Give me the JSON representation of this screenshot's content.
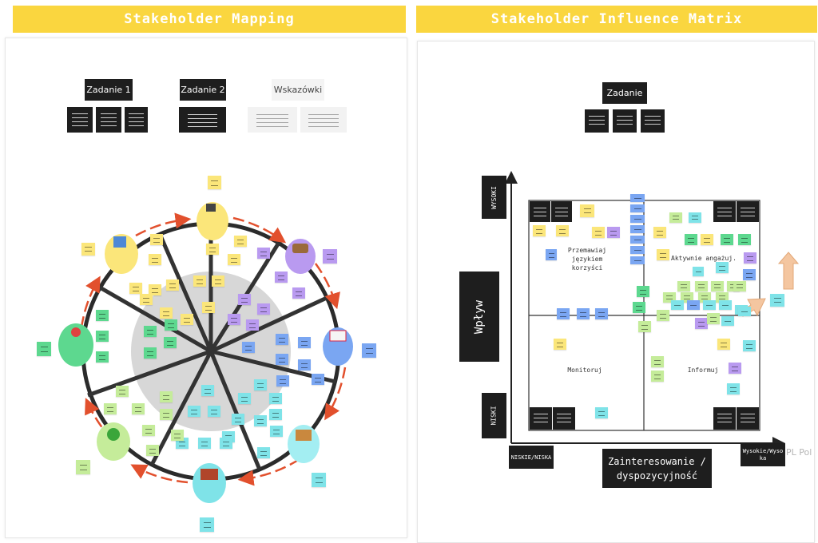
{
  "left": {
    "title": "Stakeholder Mapping",
    "task1": "Zadanie 1",
    "task2": "Zadanie 2",
    "hints": "Wskazówki"
  },
  "right": {
    "title": "Stakeholder Influence Matrix",
    "task": "Zadanie",
    "y_axis": "Wpływ",
    "y_high": "WYSOKI",
    "y_low": "NISKI",
    "x_axis_line1": "Zainteresowanie /",
    "x_axis_line2": "dyspozycyjność",
    "x_low": "NISKIE/NISKA",
    "x_high_line1": "Wysokie/Wyso",
    "x_high_line2": "ka",
    "pl_label": "PL Pol",
    "quadrants": {
      "top_left_line1": "Przemawiaj",
      "top_left_line2": "językiem",
      "top_left_line3": "korzyści",
      "top_right": "Aktywnie angażuj.",
      "bottom_left": "Monitoruj",
      "bottom_right": "Informuj"
    }
  },
  "colors": {
    "banner": "#fad63f",
    "yellow_note": "#fbe67a",
    "green_note": "#5dd88f",
    "lime_note": "#c5ec9a",
    "blue_note": "#7aa6f2",
    "purple_note": "#b99af0",
    "cyan_note": "#7fe3e8",
    "wheel_arrow": "#e2502d"
  }
}
